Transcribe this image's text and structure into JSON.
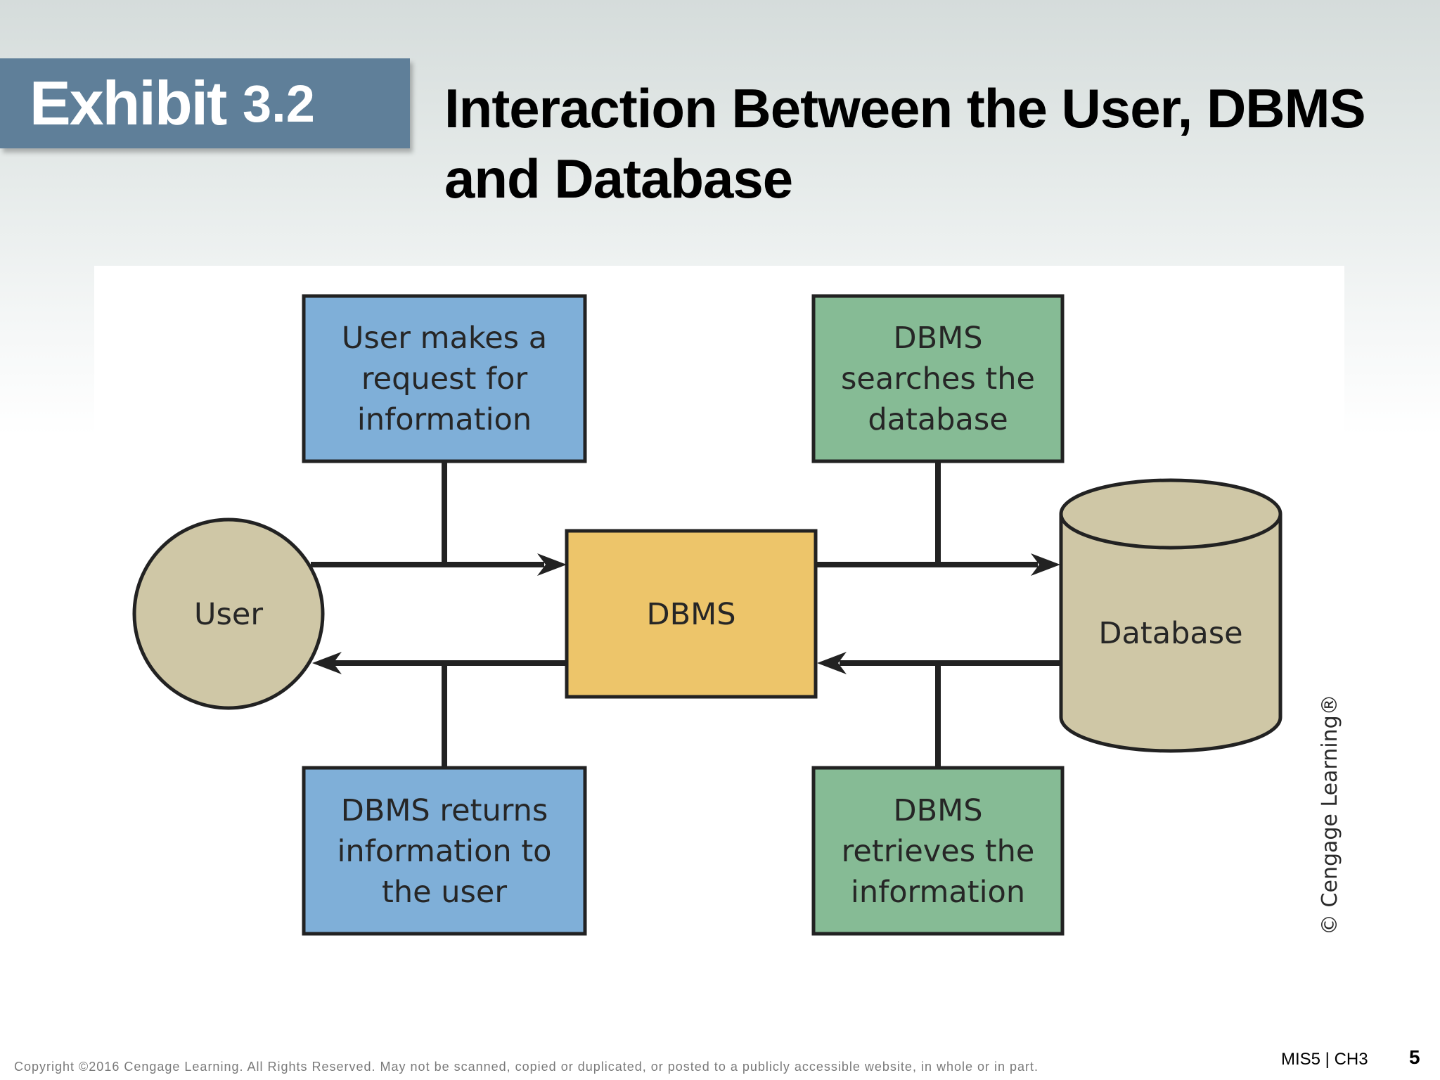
{
  "header": {
    "exhibit_word": "Exhibit",
    "exhibit_number": "3.2",
    "title_line1": "Interaction Between the User, DBMS",
    "title_line2": "and Database"
  },
  "diagram": {
    "nodes": {
      "user": "User",
      "dbms": "DBMS",
      "database": "Database",
      "request": [
        "User makes a",
        "request for",
        "information"
      ],
      "search": [
        "DBMS",
        "searches the",
        "database"
      ],
      "return": [
        "DBMS returns",
        "information to",
        "the user"
      ],
      "retrieve": [
        "DBMS",
        "retrieves the",
        "information"
      ]
    },
    "colors": {
      "user_step": "#7fafd8",
      "dbms_step": "#86bb95",
      "dbms": "#edc56a",
      "entity": "#cfc7a6",
      "stroke": "#222222"
    },
    "credit": "© Cengage Learning®"
  },
  "footer": {
    "copyright": "Copyright ©2016 Cengage Learning. All Rights Reserved. May not be scanned, copied or duplicated, or posted to a publicly accessible website, in whole or in part.",
    "course": "MIS5 | CH3",
    "page": "5"
  }
}
